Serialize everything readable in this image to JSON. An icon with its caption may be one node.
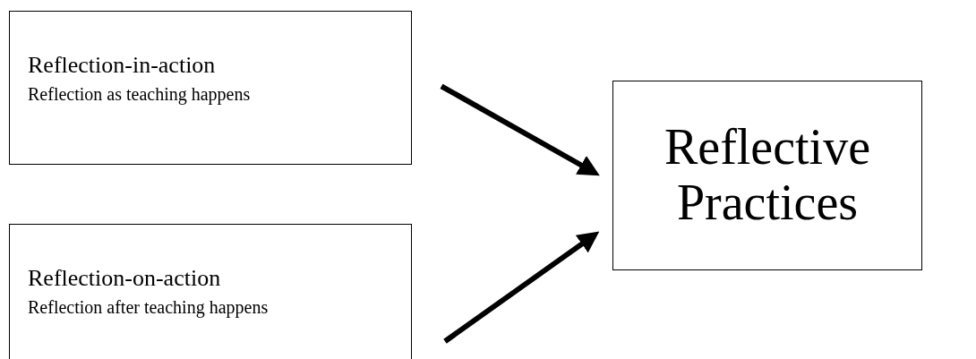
{
  "diagram": {
    "nodes": [
      {
        "text": [
          "Reflection-in-action",
          "Reflection as teaching happens"
        ]
      },
      {
        "text": [
          "Reflection-on-action",
          "Reflection after teaching happens"
        ]
      },
      {
        "text": [
          "Reflective Practices"
        ]
      }
    ],
    "edges": [
      {
        "from": 0,
        "to": 2,
        "arrow": "to"
      },
      {
        "from": 1,
        "to": 2,
        "arrow": "to"
      }
    ]
  }
}
